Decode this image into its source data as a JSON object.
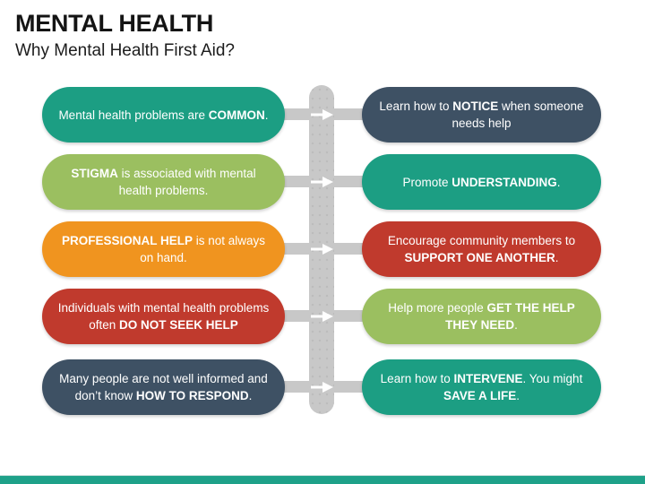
{
  "slide": {
    "title": "MENTAL HEALTH",
    "subtitle": "Why Mental Health First Aid?"
  },
  "palette": {
    "teal": "#1C9E83",
    "green": "#9BBF60",
    "orange": "#F0941F",
    "red": "#C03A2D",
    "slate": "#3E5164",
    "gray": "#C8C8C8",
    "footer_teal": "#1EA189",
    "arrow_white": "#FFFFFF"
  },
  "spine": {
    "color": "gray"
  },
  "footer": {
    "color": "footer_teal"
  },
  "rows": [
    {
      "left": {
        "color": "teal",
        "segments": [
          {
            "t": "Mental health problems are ",
            "b": false
          },
          {
            "t": "COMMON",
            "b": true
          },
          {
            "t": ".",
            "b": false
          }
        ]
      },
      "right": {
        "color": "slate",
        "segments": [
          {
            "t": "Learn how to ",
            "b": false
          },
          {
            "t": "NOTICE",
            "b": true
          },
          {
            "t": " when someone needs help",
            "b": false
          }
        ]
      }
    },
    {
      "left": {
        "color": "green",
        "segments": [
          {
            "t": "STIGMA",
            "b": true
          },
          {
            "t": " is associated with mental health problems.",
            "b": false
          }
        ]
      },
      "right": {
        "color": "teal",
        "segments": [
          {
            "t": "Promote ",
            "b": false
          },
          {
            "t": "UNDERSTANDING",
            "b": true
          },
          {
            "t": ".",
            "b": false
          }
        ]
      }
    },
    {
      "left": {
        "color": "orange",
        "segments": [
          {
            "t": "PROFESSIONAL HELP",
            "b": true
          },
          {
            "t": " is not always on hand.",
            "b": false
          }
        ]
      },
      "right": {
        "color": "red",
        "segments": [
          {
            "t": "Encourage community members to ",
            "b": false
          },
          {
            "t": "SUPPORT ONE ANOTHER",
            "b": true
          },
          {
            "t": ".",
            "b": false
          }
        ]
      }
    },
    {
      "left": {
        "color": "red",
        "segments": [
          {
            "t": "Individuals with mental health problems often ",
            "b": false
          },
          {
            "t": "DO NOT SEEK HELP",
            "b": true
          }
        ]
      },
      "right": {
        "color": "green",
        "segments": [
          {
            "t": "Help more people ",
            "b": false
          },
          {
            "t": "GET THE HELP THEY NEED",
            "b": true
          },
          {
            "t": ".",
            "b": false
          }
        ]
      }
    },
    {
      "left": {
        "color": "slate",
        "segments": [
          {
            "t": "Many people are not well informed and don’t know ",
            "b": false
          },
          {
            "t": "HOW TO RESPOND",
            "b": true
          },
          {
            "t": ".",
            "b": false
          }
        ]
      },
      "right": {
        "color": "teal",
        "segments": [
          {
            "t": "Learn how to ",
            "b": false
          },
          {
            "t": "INTERVENE",
            "b": true
          },
          {
            "t": ". You might ",
            "b": false
          },
          {
            "t": "SAVE A LIFE",
            "b": true
          },
          {
            "t": ".",
            "b": false
          }
        ]
      }
    }
  ]
}
